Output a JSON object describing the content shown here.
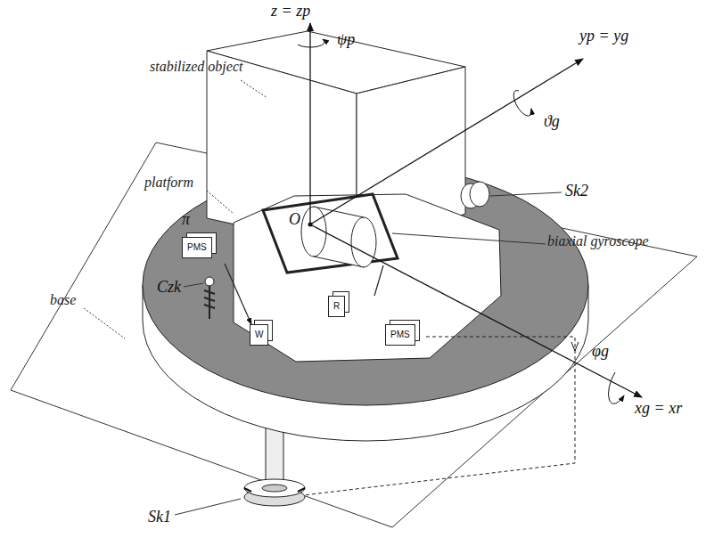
{
  "diagram": {
    "nodes": [
      {
        "text": [
          "PMS"
        ]
      },
      {
        "text": [
          "R"
        ]
      },
      {
        "text": [
          "W"
        ]
      },
      {
        "text": [
          "PMS"
        ]
      }
    ],
    "labels": [
      "z = zp",
      "ψp",
      "yp = yg",
      "stabilized object",
      "ϑg",
      "Sk2",
      "platform",
      "π",
      "O",
      "biaxial gyroscope",
      "Czk",
      "base",
      "φg",
      "xg = xr",
      "Sk1"
    ]
  }
}
